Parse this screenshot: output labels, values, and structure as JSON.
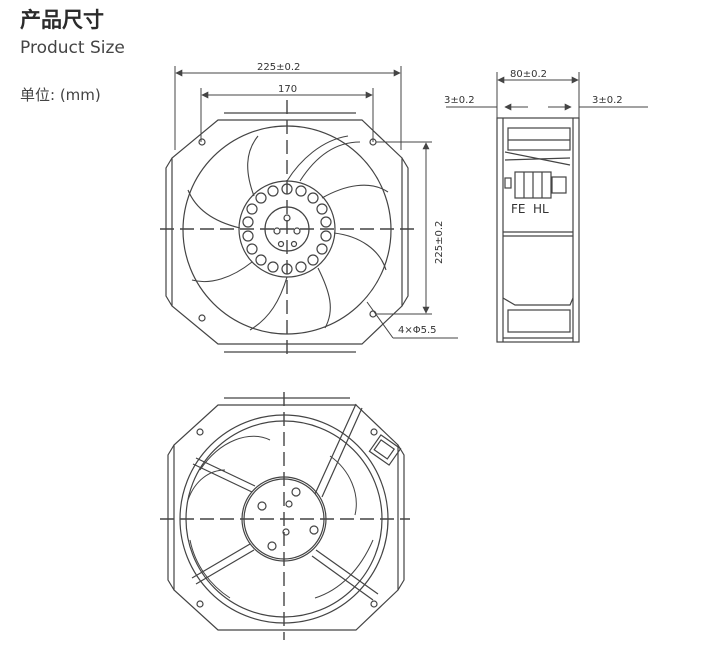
{
  "header": {
    "title_cn": "产品尺寸",
    "title_en": "Product Size",
    "unit_label": "单位: (mm)"
  },
  "dimensions": {
    "overall_width": "225±0.2",
    "hole_spacing": "170",
    "overall_height": "225±0.2",
    "depth": "80±0.2",
    "flange_left": "3±0.2",
    "flange_right": "3±0.2",
    "mounting_holes": "4×Φ5.5"
  },
  "terminal_labels": {
    "fe": "FE",
    "hl": "HL"
  },
  "colors": {
    "line": "#444444",
    "text": "#333333"
  }
}
